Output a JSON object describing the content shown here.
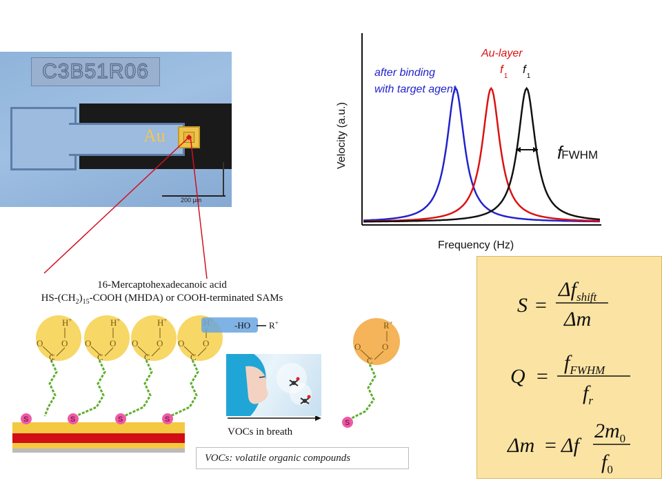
{
  "microscope": {
    "chip_label": "C3B51R06",
    "electrode_label": "Au",
    "scale_label": "200 μm"
  },
  "chart": {
    "ylabel": "Velocity (a.u.)",
    "xlabel": "Frequency (Hz)",
    "annotation_binding": [
      "after binding",
      "with target agent"
    ],
    "annotation_au": "Au-layer",
    "f1_red": "f",
    "f1_black": "f",
    "f1_sub": "1",
    "fwhm_f": "f",
    "fwhm_sub": "FWHM",
    "colors": {
      "binding": "#2222cc",
      "au_layer": "#dd1111",
      "black": "#111111"
    }
  },
  "chart_data": {
    "type": "line",
    "xlabel": "Frequency (Hz)",
    "ylabel": "Velocity (a.u.)",
    "series": [
      {
        "name": "after binding with target agent",
        "color": "#2222cc",
        "peak_x": 0.39,
        "peak_y": 1.0
      },
      {
        "name": "Au-layer",
        "color": "#dd1111",
        "peak_x": 0.54,
        "peak_y": 1.0
      },
      {
        "name": "f1",
        "color": "#111111",
        "peak_x": 0.69,
        "peak_y": 1.0
      }
    ]
  },
  "molecule": {
    "title_line1": "16-Mercaptohexadecanoic acid",
    "title_line2_pre": "HS-(CH",
    "title_sub1": "2",
    "title_mid": ")",
    "title_sub2": "15",
    "title_post": "-COOH (MHDA) or COOH-terminated SAMs",
    "h_plus": "H",
    "sup_plus": "+",
    "o_label": "O",
    "o_minus": "O",
    "c_label": "C",
    "s_label": "S",
    "ho_label": "-HO",
    "r_plus": "R",
    "r_bound": "R"
  },
  "breath": {
    "caption": "VOCs in breath"
  },
  "note": "VOCs: volatile organic compounds",
  "formulas": {
    "s_lhs": "S",
    "s_num": "Δf",
    "s_num_sub": "shift",
    "s_den": "Δm",
    "q_lhs": "Q",
    "q_num": "f",
    "q_num_sub": "FWHM",
    "q_den": "f",
    "q_den_sub": "r",
    "dm_lhs": "Δm",
    "dm_mid": "Δf",
    "dm_num": "2m",
    "dm_num_sub": "0",
    "dm_den": "f",
    "dm_den_sub": "0",
    "eq": "="
  }
}
